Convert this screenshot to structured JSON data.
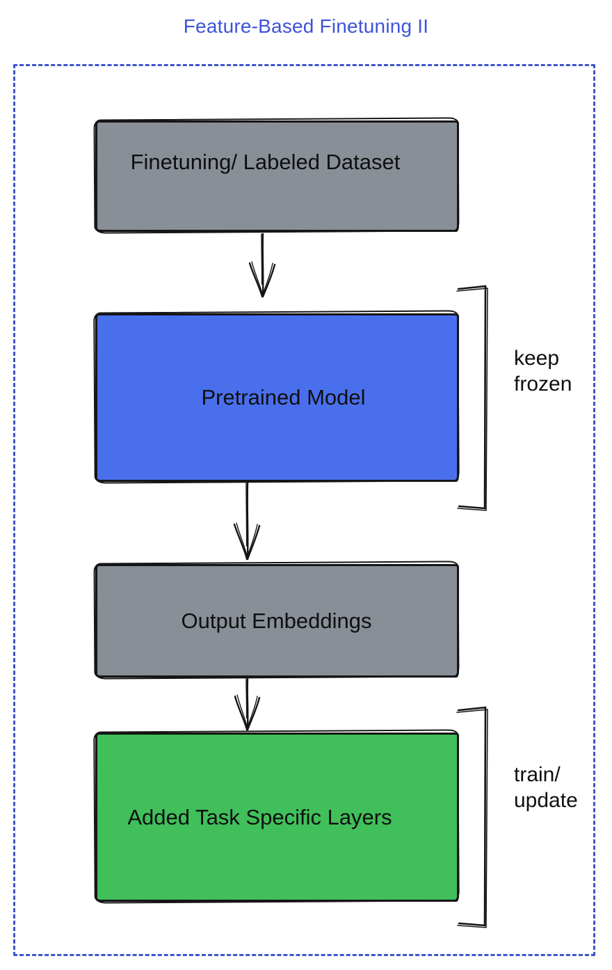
{
  "title": "Feature-Based Finetuning II",
  "colors": {
    "title": "#3D53D9",
    "frame": "#3E55CB",
    "ink": "#151515",
    "node_gray": "#888F97",
    "node_blue": "#4A6FED",
    "node_green": "#40BF5B"
  },
  "nodes": [
    {
      "id": "finetuning-dataset",
      "label": "Finetuning/ Labeled Dataset",
      "fill": "node_gray"
    },
    {
      "id": "pretrained-model",
      "label": "Pretrained Model",
      "fill": "node_blue"
    },
    {
      "id": "output-embeddings",
      "label": "Output Embeddings",
      "fill": "node_gray"
    },
    {
      "id": "task-specific-layers",
      "label": "Added Task Specific Layers",
      "fill": "node_green"
    }
  ],
  "connectors": [
    {
      "id": "dataset-to-pretrained",
      "type": "arrow-down"
    },
    {
      "id": "pretrained-to-embeddings",
      "type": "arrow-down"
    },
    {
      "id": "embeddings-to-task-layers",
      "type": "arrow-down"
    }
  ],
  "annotations": [
    {
      "target": "pretrained-model",
      "lines": [
        "keep",
        "frozen"
      ]
    },
    {
      "target": "task-specific-layers",
      "lines": [
        "train/",
        "update"
      ]
    }
  ]
}
